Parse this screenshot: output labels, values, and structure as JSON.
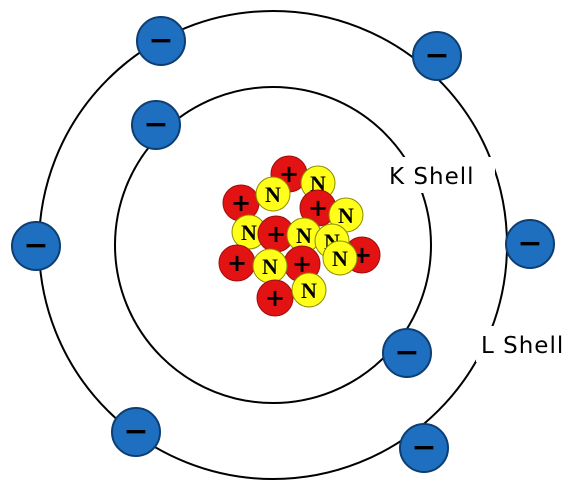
{
  "diagram": {
    "shells": [
      {
        "label": "K Shell"
      },
      {
        "label": "L Shell"
      }
    ],
    "symbols": {
      "electron": "−",
      "proton": "+",
      "neutron": "N"
    },
    "colors": {
      "electron_fill": "#1f6fc0",
      "electron_stroke": "#0d3e72",
      "proton_fill": "#e41313",
      "neutron_fill": "#ffff1a",
      "orbit_stroke": "#000000"
    }
  }
}
